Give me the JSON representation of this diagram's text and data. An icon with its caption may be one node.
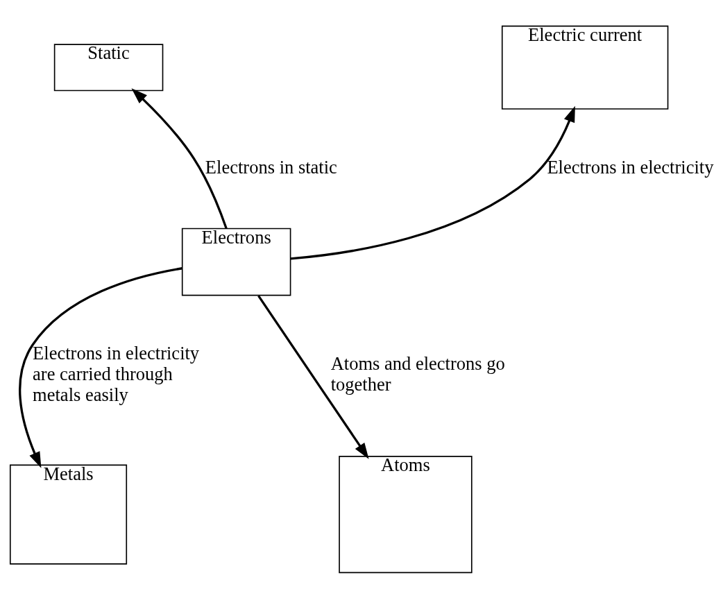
{
  "diagram": {
    "nodes": [
      {
        "text": [
          "Static"
        ]
      },
      {
        "text": [
          "Electric current"
        ]
      },
      {
        "text": [
          "Electrons"
        ]
      },
      {
        "text": [
          "Metals"
        ]
      },
      {
        "text": [
          "Atoms"
        ]
      }
    ],
    "edges": [
      {
        "from": 2,
        "to": 0,
        "arrow": "to",
        "label": "Electrons in static"
      },
      {
        "from": 2,
        "to": 1,
        "arrow": "to",
        "label": "Electrons in electricity"
      },
      {
        "from": 2,
        "to": 3,
        "arrow": "to",
        "label": "Electrons in electricity are carried through metals easily"
      },
      {
        "from": 2,
        "to": 4,
        "arrow": "to",
        "label": "Atoms and electrons go together"
      }
    ]
  }
}
